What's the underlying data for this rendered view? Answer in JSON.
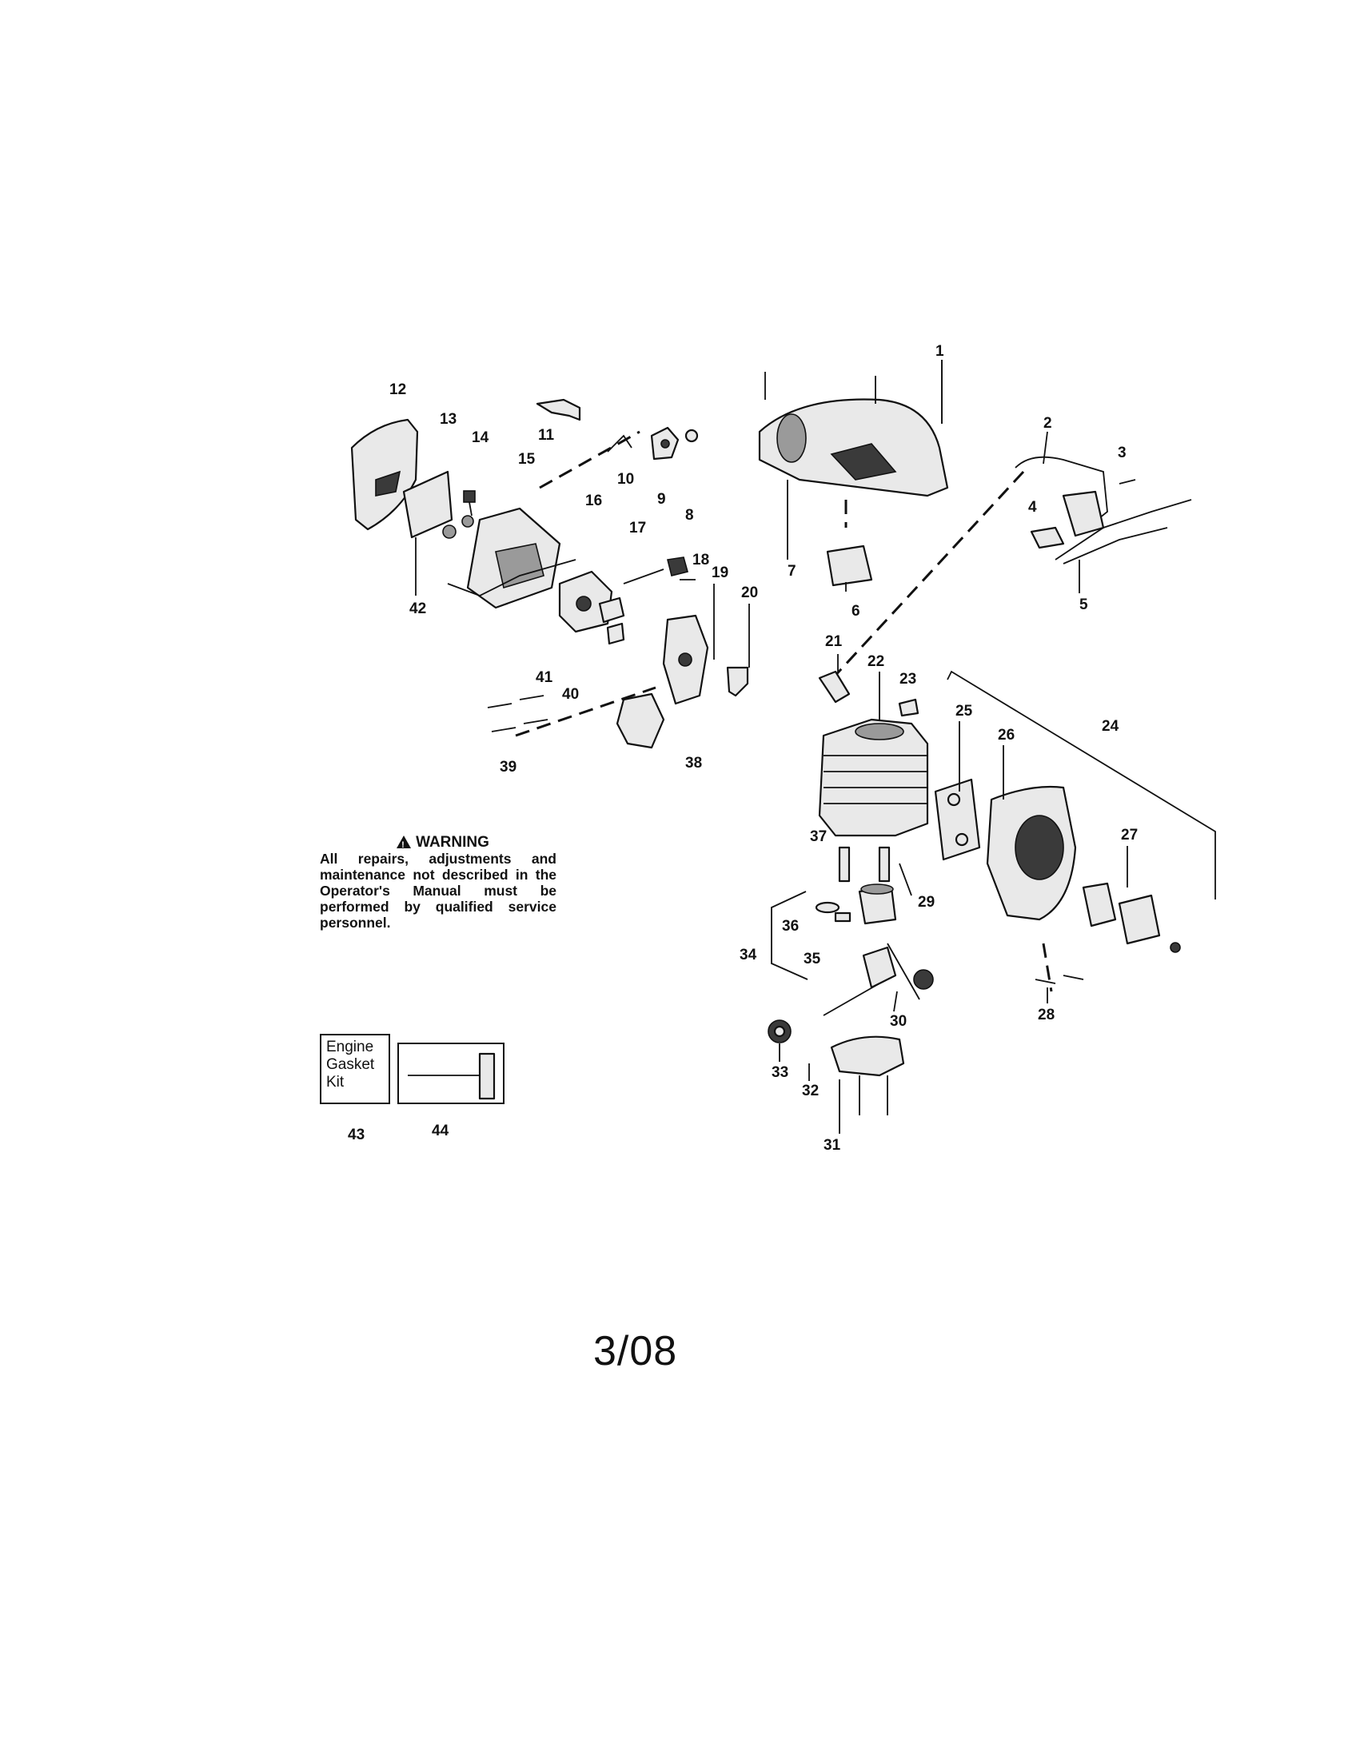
{
  "callouts": [
    "1",
    "2",
    "3",
    "4",
    "5",
    "6",
    "7",
    "8",
    "9",
    "10",
    "11",
    "12",
    "13",
    "14",
    "15",
    "16",
    "17",
    "18",
    "19",
    "20",
    "21",
    "22",
    "23",
    "24",
    "25",
    "26",
    "27",
    "28",
    "29",
    "30",
    "31",
    "32",
    "33",
    "34",
    "35",
    "36",
    "37",
    "38",
    "39",
    "40",
    "41",
    "42",
    "43",
    "44"
  ],
  "warning": {
    "title": "WARNING",
    "text": "All repairs, adjustments and maintenance not described in the Operator's Manual must be performed by qualified service personnel."
  },
  "kit": {
    "label": "Engine Gasket Kit"
  },
  "page_code": "3/08"
}
